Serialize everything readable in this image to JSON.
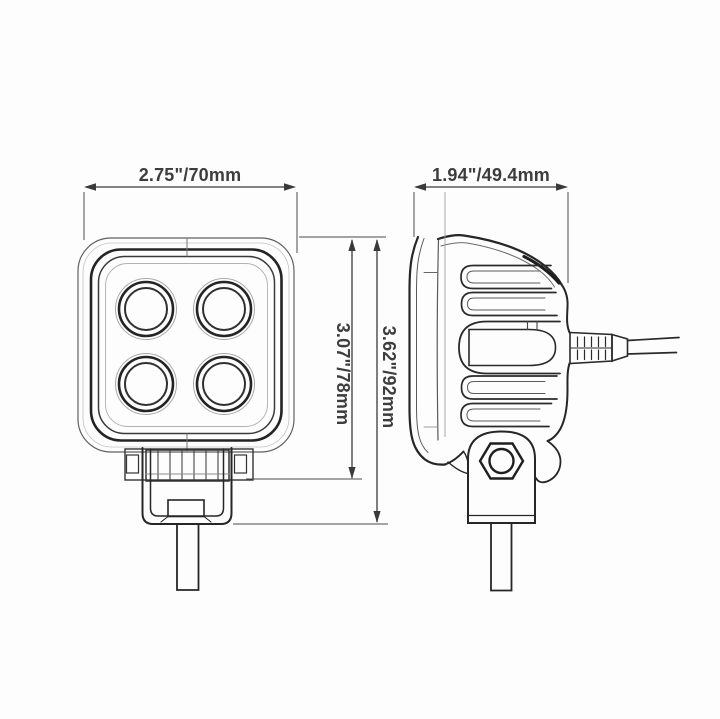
{
  "drawing": {
    "front_view": {
      "width_label": "2.75\"/70mm",
      "housing_height_label": "3.07\"/78mm",
      "overall_height_label": "3.62\"/92mm"
    },
    "side_view": {
      "depth_label": "1.94\"/49.4mm"
    },
    "colors": {
      "line": "#2a2a2a",
      "dimension_text": "#3d3d3d",
      "background": "#fdfdfd"
    }
  }
}
